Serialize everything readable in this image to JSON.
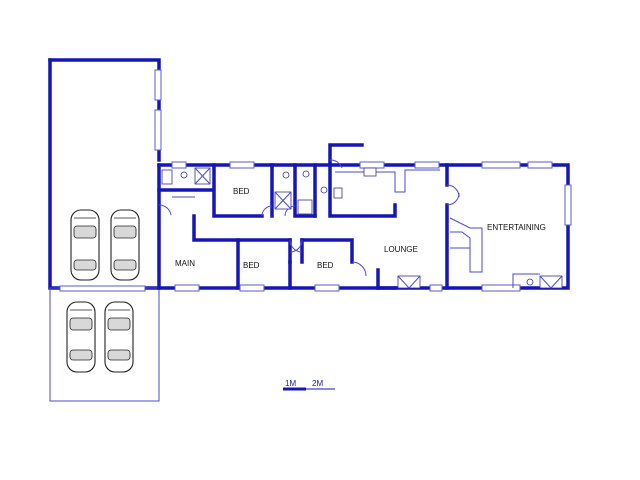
{
  "rooms": {
    "bed_top": "BED",
    "main": "MAIN",
    "bed_mid": "BED",
    "bed_right": "BED",
    "lounge": "LOUNGE",
    "entertaining": "ENTERTAINING"
  },
  "scale": {
    "label_1": "1M",
    "label_2": "2M"
  },
  "colors": {
    "wall": "#1515b8",
    "window": "#5a5ad0"
  }
}
